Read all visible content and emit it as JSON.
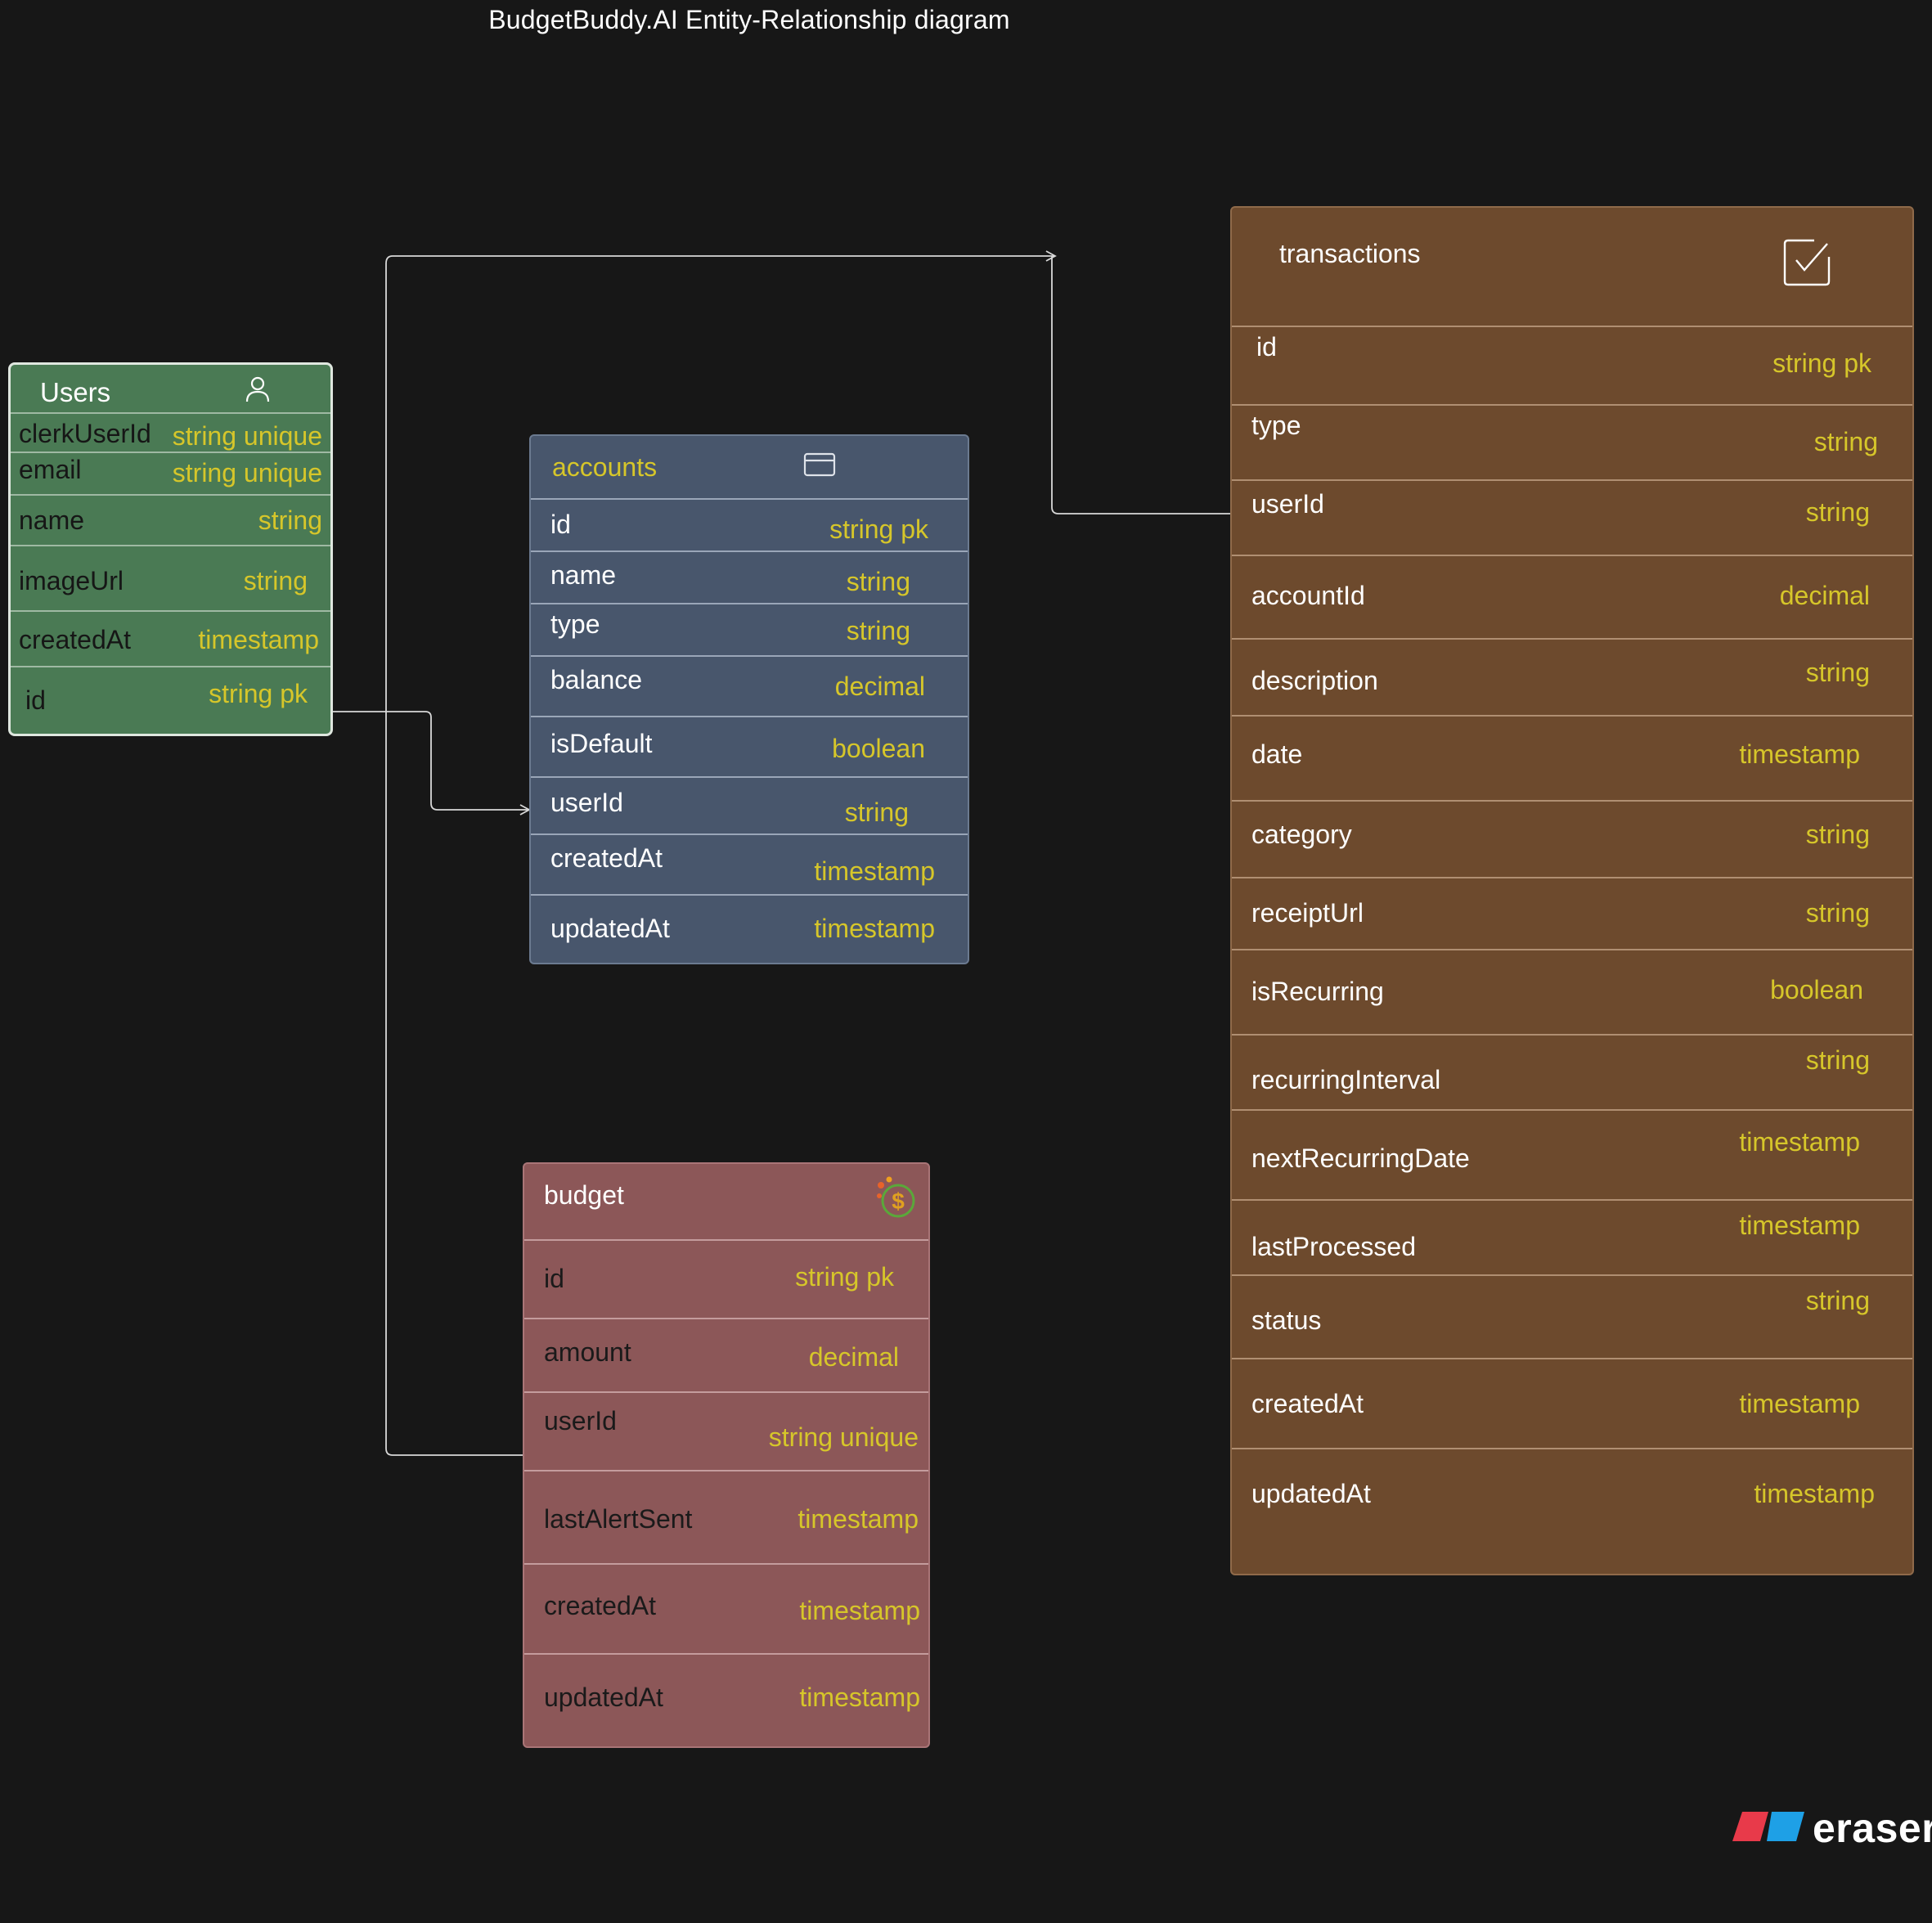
{
  "title": "BudgetBuddy.AI Entity-Relationship diagram",
  "brand": {
    "name": "eraser",
    "icon": "eraser-logo-icon"
  },
  "colors": {
    "background": "#171717",
    "users": "#4a7a54",
    "accounts": "#48566c",
    "budget": "#8c5758",
    "transactions": "#6d4a2d",
    "type_text": "#d6c62a"
  },
  "entities": {
    "users": {
      "name": "Users",
      "icon": "user-icon",
      "fields": [
        {
          "name": "clerkUserId",
          "type": "string unique"
        },
        {
          "name": "email",
          "type": "string unique"
        },
        {
          "name": "name",
          "type": "string"
        },
        {
          "name": "imageUrl",
          "type": "string"
        },
        {
          "name": "createdAt",
          "type": "timestamp"
        },
        {
          "name": "id",
          "type": "string pk"
        }
      ]
    },
    "accounts": {
      "name": "accounts",
      "icon": "credit-card-icon",
      "fields": [
        {
          "name": "id",
          "type": "string pk"
        },
        {
          "name": "name",
          "type": "string"
        },
        {
          "name": "type",
          "type": "string"
        },
        {
          "name": "balance",
          "type": "decimal"
        },
        {
          "name": "isDefault",
          "type": "boolean"
        },
        {
          "name": "userId",
          "type": "string"
        },
        {
          "name": "createdAt",
          "type": "timestamp"
        },
        {
          "name": "updatedAt",
          "type": "timestamp"
        }
      ]
    },
    "budget": {
      "name": "budget",
      "icon": "dollar-coin-icon",
      "fields": [
        {
          "name": "id",
          "type": "string pk"
        },
        {
          "name": "amount",
          "type": "decimal"
        },
        {
          "name": "userId",
          "type": "string unique"
        },
        {
          "name": "lastAlertSent",
          "type": "timestamp"
        },
        {
          "name": "createdAt",
          "type": "timestamp"
        },
        {
          "name": "updatedAt",
          "type": "timestamp"
        }
      ]
    },
    "transactions": {
      "name": "transactions",
      "icon": "checkbox-icon",
      "fields": [
        {
          "name": "id",
          "type": "string pk"
        },
        {
          "name": "type",
          "type": "string"
        },
        {
          "name": "userId",
          "type": "string"
        },
        {
          "name": "accountId",
          "type": "decimal"
        },
        {
          "name": "description",
          "type": "string"
        },
        {
          "name": "date",
          "type": "timestamp"
        },
        {
          "name": "category",
          "type": "string"
        },
        {
          "name": "receiptUrl",
          "type": "string"
        },
        {
          "name": "isRecurring",
          "type": "boolean"
        },
        {
          "name": "recurringInterval",
          "type": "string"
        },
        {
          "name": "nextRecurringDate",
          "type": "timestamp"
        },
        {
          "name": "lastProcessed",
          "type": "timestamp"
        },
        {
          "name": "status",
          "type": "string"
        },
        {
          "name": "createdAt",
          "type": "timestamp"
        },
        {
          "name": "updatedAt",
          "type": "timestamp"
        }
      ]
    }
  },
  "relationships": [
    {
      "from": "Users.id",
      "to": "accounts.userId"
    },
    {
      "from": "budget.userId",
      "to": "transactions.userId"
    }
  ]
}
